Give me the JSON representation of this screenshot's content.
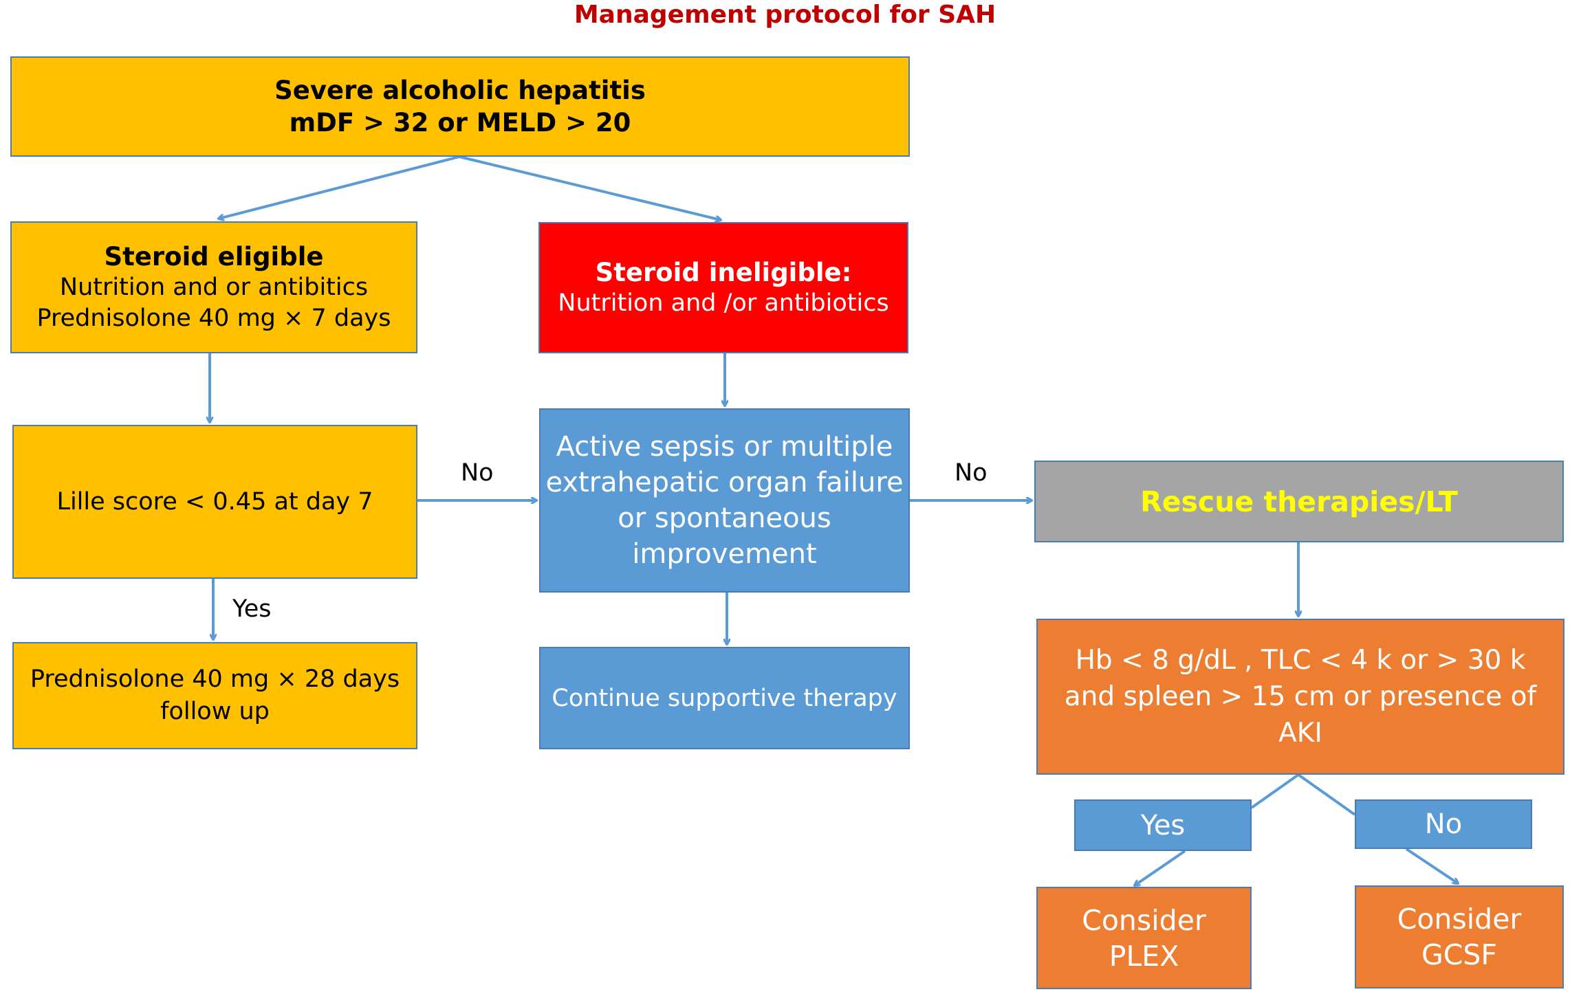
{
  "title": "Management protocol for SAH",
  "colors": {
    "title": "#C00000",
    "yellow": "#FFC000",
    "red": "#FF0000",
    "blue": "#5B9BD5",
    "gray": "#A5A5A5",
    "orange": "#ED7D31",
    "connector": "#5B9BD5",
    "rescue_text": "#FFFF00"
  },
  "nodes": {
    "severe": {
      "line1": "Severe alcoholic hepatitis",
      "line2": "mDF > 32 or MELD > 20"
    },
    "eligible": {
      "heading": "Steroid eligible",
      "line1": "Nutrition and or antibitics",
      "line2": "Prednisolone 40 mg × 7 days"
    },
    "ineligible": {
      "heading": "Steroid ineligible:",
      "line1": "Nutrition and /or antibiotics"
    },
    "lille": {
      "text": "Lille score < 0.45 at day 7"
    },
    "pred28": {
      "line1": "Prednisolone 40 mg × 28 days",
      "line2": "follow up"
    },
    "sepsis": {
      "line1": "Active sepsis or multiple",
      "line2": "extrahepatic organ failure",
      "line3": "or spontaneous",
      "line4": "improvement"
    },
    "supportive": {
      "text": "Continue supportive therapy"
    },
    "rescue": {
      "text": "Rescue therapies/LT"
    },
    "criteria": {
      "line1": "Hb < 8 g/dL , TLC < 4 k or > 30 k",
      "line2": "and spleen > 15 cm or presence of",
      "line3": "AKI"
    },
    "yes_box": {
      "text": "Yes"
    },
    "no_box": {
      "text": "No"
    },
    "plex": {
      "line1": "Consider",
      "line2": "PLEX"
    },
    "gcsf": {
      "line1": "Consider",
      "line2": "GCSF"
    }
  },
  "edge_labels": {
    "lille_no": "No",
    "lille_yes": "Yes",
    "sepsis_no": "No"
  }
}
